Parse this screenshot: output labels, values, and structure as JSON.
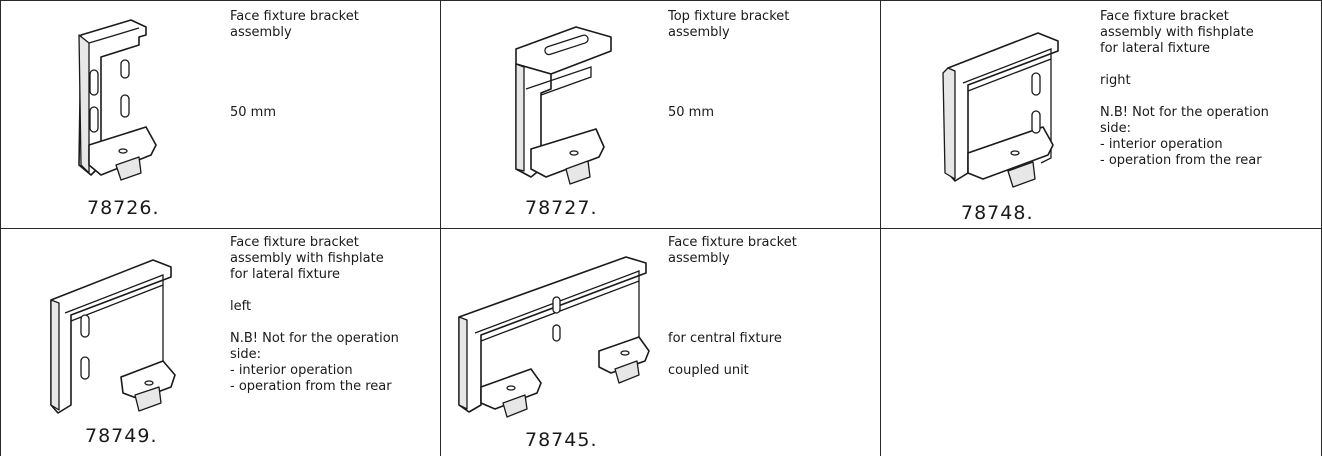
{
  "items": [
    {
      "code": "78726.",
      "icon": "face-fixture-bracket-icon",
      "lines": [
        "Face fixture bracket",
        "assembly",
        "",
        "",
        "",
        "",
        "50 mm"
      ]
    },
    {
      "code": "78727.",
      "icon": "top-fixture-bracket-icon",
      "lines": [
        "Top fixture bracket",
        "assembly",
        "",
        "",
        "",
        "",
        "50 mm"
      ]
    },
    {
      "code": "78748.",
      "icon": "face-fixture-bracket-fishplate-right-icon",
      "lines": [
        "Face fixture bracket",
        "assembly with fishplate",
        "for lateral fixture",
        "",
        "right",
        "",
        "N.B! Not for the operation",
        "side:",
        "- interior operation",
        "- operation from the rear"
      ]
    },
    {
      "code": "78749.",
      "icon": "face-fixture-bracket-fishplate-left-icon",
      "lines": [
        "Face fixture bracket",
        "assembly with fishplate",
        "for lateral fixture",
        "",
        "left",
        "",
        "N.B! Not for the operation",
        "side:",
        "- interior operation",
        "- operation from the rear"
      ]
    },
    {
      "code": "78745.",
      "icon": "face-fixture-bracket-central-icon",
      "lines": [
        "Face fixture bracket",
        "assembly",
        "",
        "",
        "",
        "",
        "for central fixture",
        "",
        "coupled unit"
      ]
    }
  ]
}
